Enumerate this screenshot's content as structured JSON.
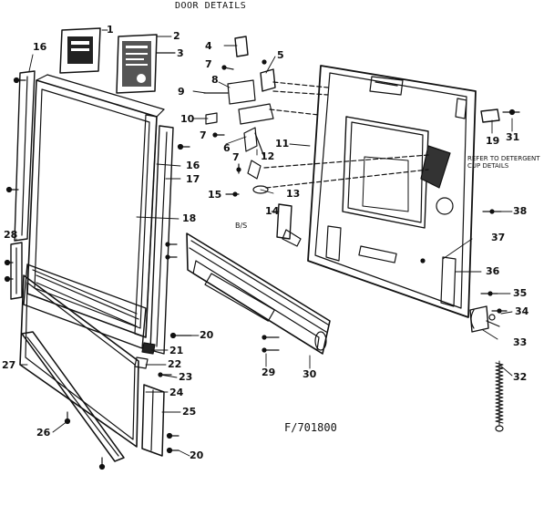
{
  "title": "DOOR DETAILS",
  "figure_number": "F/701800",
  "note_refer": "REFER TO DETERGENT CUP DETAILS",
  "note_bs": "B/S",
  "callouts": [
    "1",
    "2",
    "3",
    "4",
    "5",
    "6",
    "7",
    "8",
    "9",
    "10",
    "11",
    "12",
    "13",
    "14",
    "15",
    "16",
    "17",
    "18",
    "19",
    "20",
    "21",
    "22",
    "23",
    "24",
    "25",
    "26",
    "27",
    "28",
    "29",
    "30",
    "31",
    "32",
    "33",
    "34",
    "35",
    "36",
    "37",
    "38"
  ],
  "labels": [
    {
      "text": "1"
    },
    {
      "text": "2"
    },
    {
      "text": "3"
    },
    {
      "text": "4"
    },
    {
      "text": "5"
    },
    {
      "text": "7"
    },
    {
      "text": "8"
    },
    {
      "text": "9"
    },
    {
      "text": "10"
    },
    {
      "text": "7"
    },
    {
      "text": "6"
    },
    {
      "text": "11"
    },
    {
      "text": "12"
    },
    {
      "text": "7"
    },
    {
      "text": "13"
    },
    {
      "text": "15"
    },
    {
      "text": "14"
    },
    {
      "text": "16"
    },
    {
      "text": "16"
    },
    {
      "text": "17"
    },
    {
      "text": "18"
    },
    {
      "text": "19"
    },
    {
      "text": "31"
    },
    {
      "text": "38"
    },
    {
      "text": "28"
    },
    {
      "text": "37"
    },
    {
      "text": "36"
    },
    {
      "text": "35"
    },
    {
      "text": "34"
    },
    {
      "text": "33"
    },
    {
      "text": "32"
    },
    {
      "text": "20"
    },
    {
      "text": "21"
    },
    {
      "text": "22"
    },
    {
      "text": "23"
    },
    {
      "text": "24"
    },
    {
      "text": "25"
    },
    {
      "text": "27"
    },
    {
      "text": "26"
    },
    {
      "text": "20"
    },
    {
      "text": "29"
    },
    {
      "text": "30"
    }
  ]
}
